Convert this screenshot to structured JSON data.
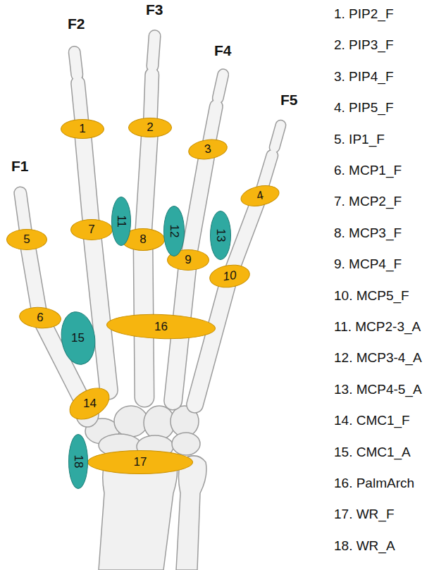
{
  "diagram": {
    "nodes": [
      {
        "text": [
          "1"
        ]
      },
      {
        "text": [
          "2"
        ]
      },
      {
        "text": [
          "3"
        ]
      },
      {
        "text": [
          "4"
        ]
      },
      {
        "text": [
          "5"
        ]
      },
      {
        "text": [
          "6"
        ]
      },
      {
        "text": [
          "7"
        ]
      },
      {
        "text": [
          "8"
        ]
      },
      {
        "text": [
          "9"
        ]
      },
      {
        "text": [
          "10"
        ]
      },
      {
        "text": [
          "11"
        ]
      },
      {
        "text": [
          "12"
        ]
      },
      {
        "text": [
          "13"
        ]
      },
      {
        "text": [
          "14"
        ]
      },
      {
        "text": [
          "15"
        ]
      },
      {
        "text": [
          "16"
        ]
      },
      {
        "text": [
          "17"
        ]
      },
      {
        "text": [
          "18"
        ]
      }
    ],
    "labels": [
      "F1",
      "F2",
      "F3",
      "F4",
      "F5",
      "1. PIP2_F",
      "2. PIP3_F",
      "3. PIP4_F",
      "4. PIP5_F",
      "5. IP1_F",
      "6. MCP1_F",
      "7. MCP2_F",
      "8. MCP3_F",
      "9. MCP4_F",
      "10. MCP5_F",
      "11. MCP2-3_A",
      "12. MCP3-4_A",
      "13. MCP4-5_A",
      "14. CMC1_F",
      "15. CMC1_A",
      "16. PalmArch",
      "17. WR_F",
      "18. WR_A"
    ]
  }
}
